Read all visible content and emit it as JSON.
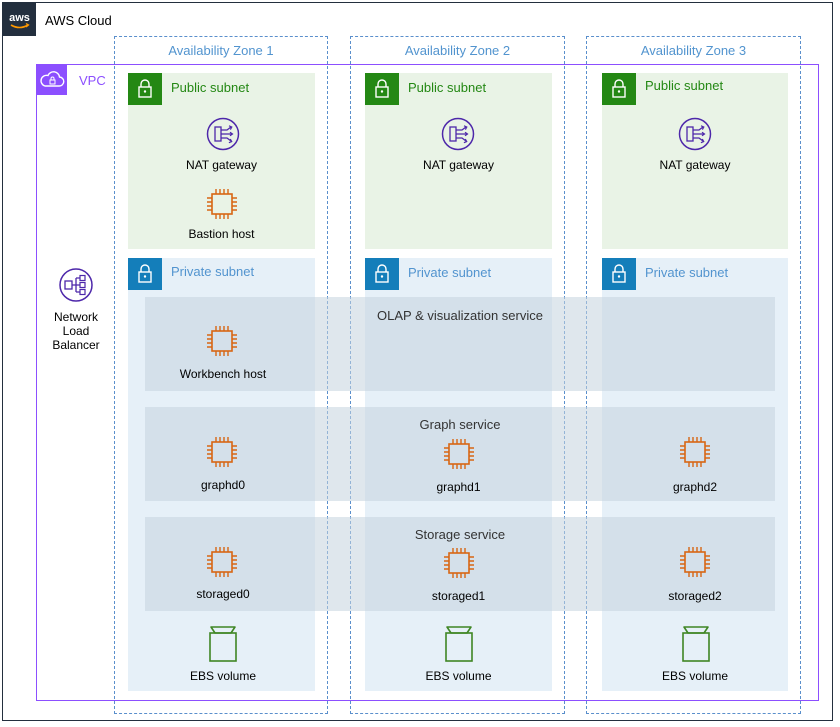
{
  "cloud": {
    "title": "AWS Cloud",
    "badge_icon": "aws-logo-icon"
  },
  "vpc": {
    "title": "VPC",
    "badge_icon": "vpc-cloud-icon"
  },
  "zones": [
    {
      "title": "Availability Zone 1"
    },
    {
      "title": "Availability Zone 2"
    },
    {
      "title": "Availability Zone 3"
    }
  ],
  "public_subnets": [
    {
      "title": "Public subnet",
      "nat": "NAT gateway",
      "bastion": "Bastion host"
    },
    {
      "title": "Public subnet",
      "nat": "NAT gateway"
    },
    {
      "title": "Public subnet",
      "nat": "NAT gateway"
    }
  ],
  "private_subnets": [
    {
      "title": "Private subnet",
      "ebs": "EBS volume"
    },
    {
      "title": "Private subnet",
      "ebs": "EBS volume"
    },
    {
      "title": "Private subnet",
      "ebs": "EBS volume"
    }
  ],
  "load_balancer": {
    "label_line1": "Network",
    "label_line2": "Load",
    "label_line3": "Balancer"
  },
  "services": {
    "olap": {
      "title": "OLAP & visualization service",
      "hosts": [
        "Workbench host"
      ]
    },
    "graph": {
      "title": "Graph service",
      "hosts": [
        "graphd0",
        "graphd1",
        "graphd2"
      ]
    },
    "storage": {
      "title": "Storage service",
      "hosts": [
        "storaged0",
        "storaged1",
        "storaged2"
      ]
    }
  },
  "colors": {
    "aws_dark": "#232f3e",
    "vpc_purple": "#8c4fff",
    "az_blue": "#5294cf",
    "public_green": "#248814",
    "private_blue": "#147eba",
    "compute_orange": "#d86613",
    "storage_green": "#3f8624",
    "network_purple": "#4d27aa"
  }
}
